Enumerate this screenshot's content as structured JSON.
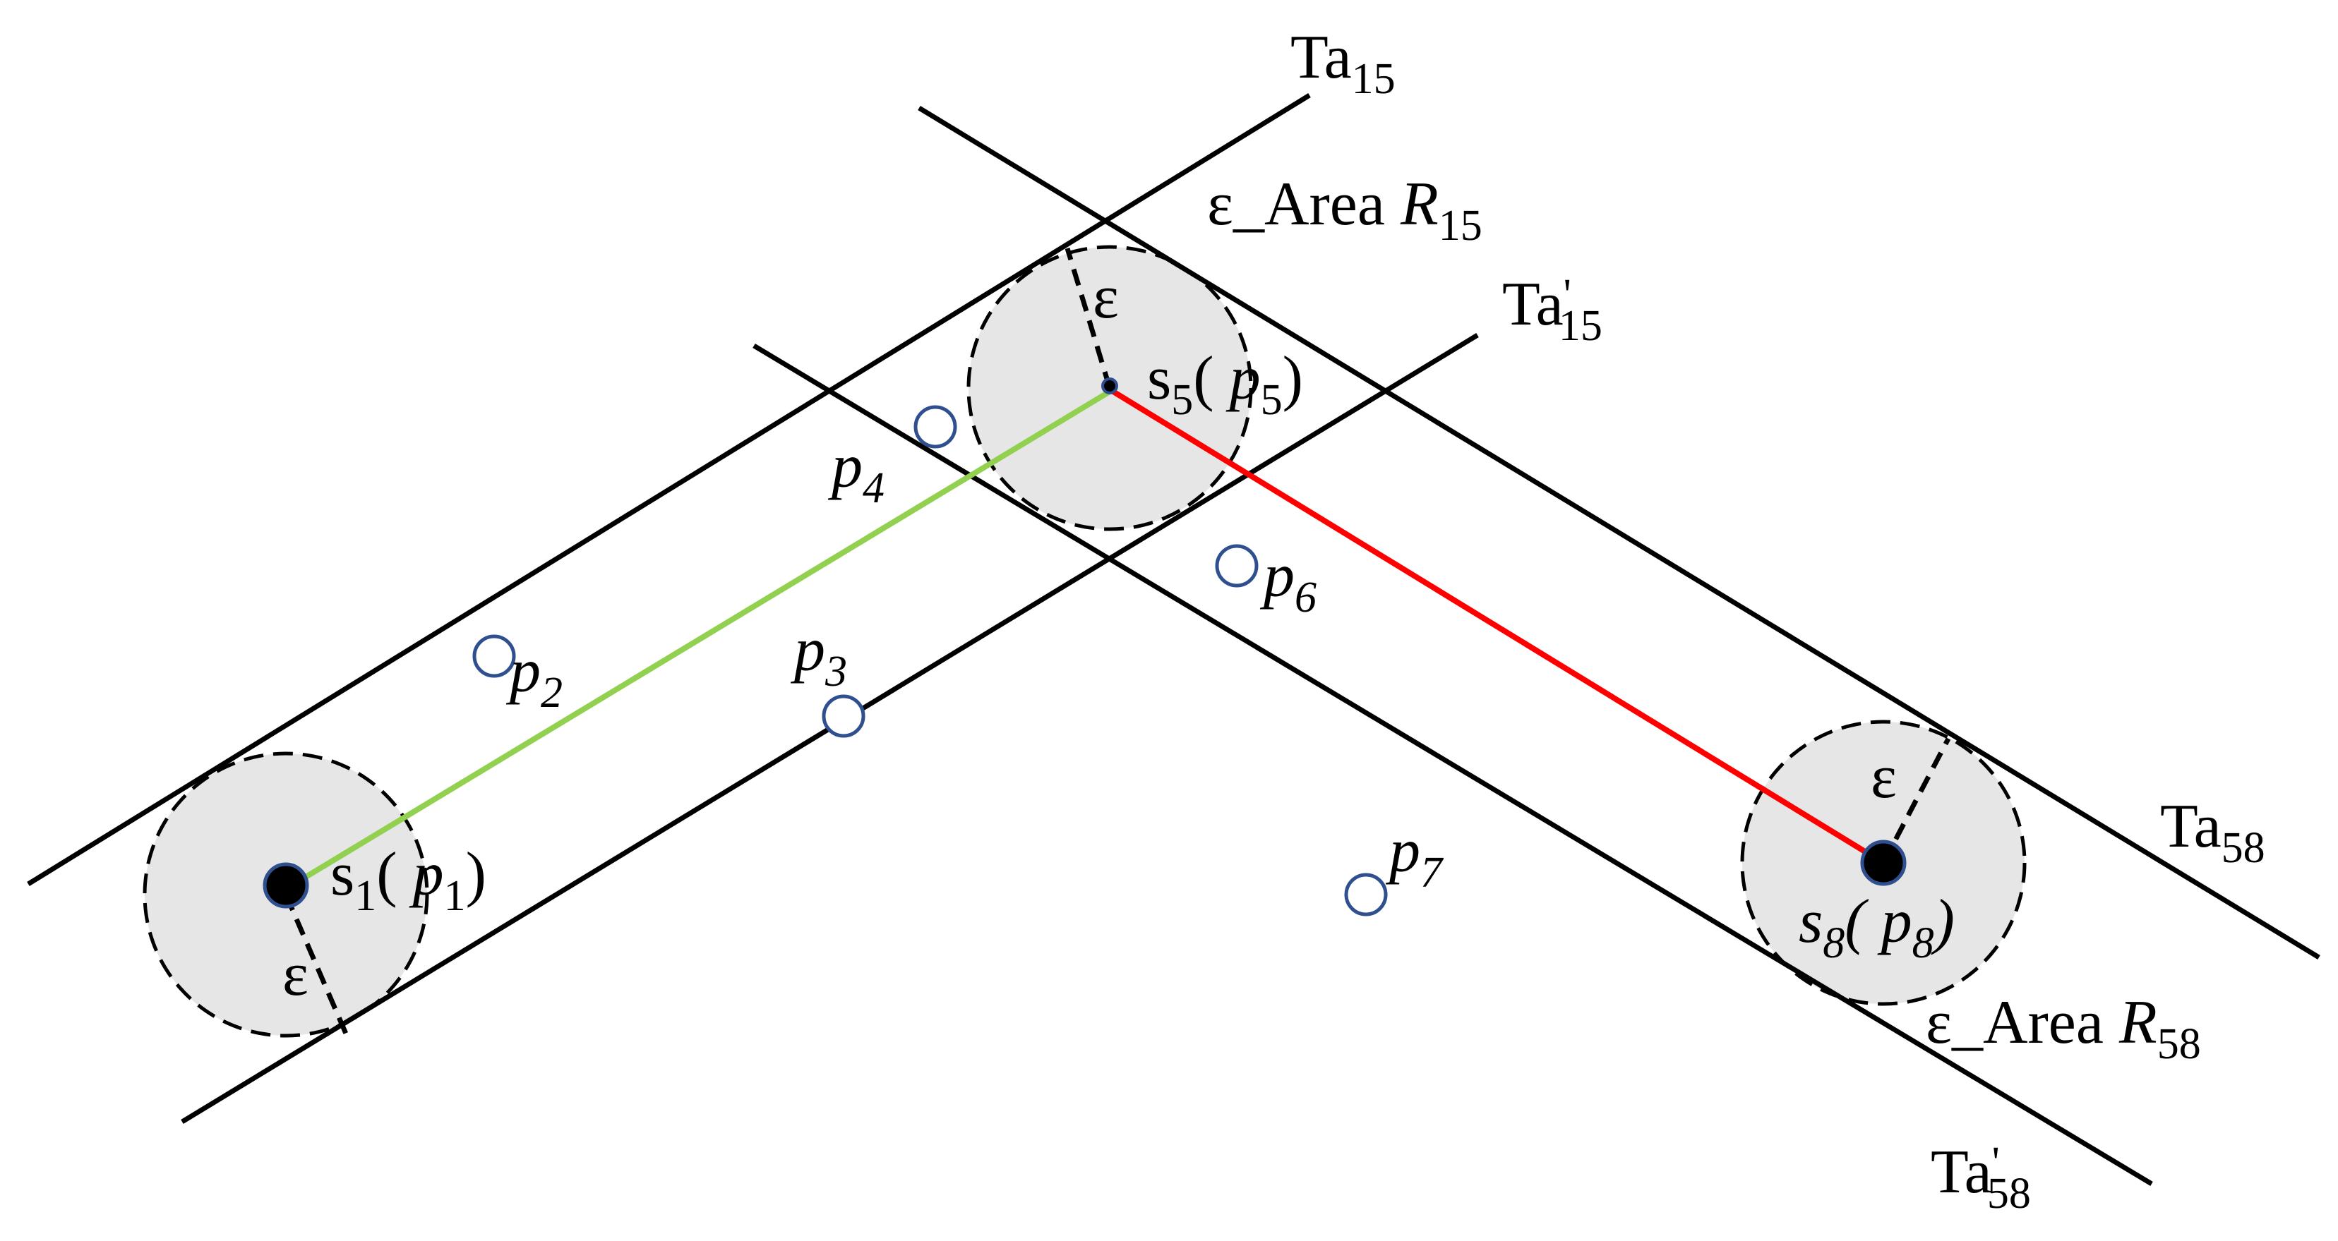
{
  "labels": {
    "ta15": {
      "main": "Ta",
      "sub": "15"
    },
    "ta15p": {
      "main": "Ta",
      "prime": "'",
      "sub": "15"
    },
    "ta58": {
      "main": "Ta",
      "sub": "58"
    },
    "ta58p": {
      "main": "Ta",
      "prime": "'",
      "sub": "58"
    },
    "area15": {
      "prefix": "ε_Area ",
      "var": "R",
      "sub": "15"
    },
    "area58": {
      "prefix": "ε_Area ",
      "var": "R",
      "sub": "58"
    },
    "s1": {
      "s": "s",
      "s_sub": "1",
      "open": "( ",
      "p": "p",
      "p_sub": "1",
      "close": ")"
    },
    "s5": {
      "s": "s",
      "s_sub": "5",
      "open": "( ",
      "p": "p",
      "p_sub": "5",
      "close": ")"
    },
    "s8": {
      "s": "s",
      "s_sub": "8",
      "open": "( ",
      "p": "p",
      "p_sub": "8",
      "close": ")"
    },
    "p2": {
      "p": "p",
      "sub": "2"
    },
    "p3": {
      "p": "p",
      "sub": "3"
    },
    "p4": {
      "p": "p",
      "sub": "4"
    },
    "p6": {
      "p": "p",
      "sub": "6"
    },
    "p7": {
      "p": "p",
      "sub": "7"
    },
    "eps": "ε"
  },
  "colors": {
    "segment_s1_s5": "#92d050",
    "segment_s5_s8": "#ff0000",
    "point_outline": "#2f4f8f",
    "area_fill": "#e6e6e6"
  }
}
